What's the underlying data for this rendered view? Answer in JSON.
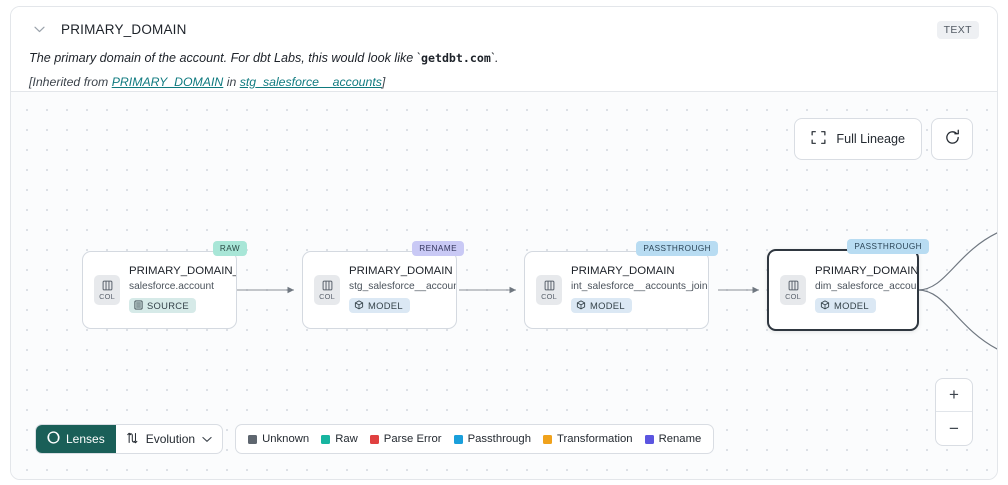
{
  "header": {
    "chevron_icon": "chevron-down-icon",
    "column_title": "PRIMARY_DOMAIN",
    "type_badge": "TEXT",
    "description_pre": "The primary domain of the account. For dbt Labs, this would look like `",
    "description_code": "getdbt.com",
    "description_post": "`.",
    "inherited_prefix": "[Inherited from ",
    "inherited_link1": "PRIMARY_DOMAIN",
    "inherited_middle": " in ",
    "inherited_link2": "stg_salesforce__accounts",
    "inherited_suffix": "]"
  },
  "controls": {
    "full_lineage_label": "Full Lineage",
    "full_lineage_icon": "expand-corners-icon",
    "refresh_icon": "refresh-icon",
    "zoom_in_label": "+",
    "zoom_out_label": "−"
  },
  "graph": {
    "nodes": [
      {
        "tag": "RAW",
        "tag_kind": "raw",
        "col_label": "COL",
        "name": "PRIMARY_DOMAIN__C",
        "source": "salesforce.account",
        "kind_label": "SOURCE",
        "kind_type": "source",
        "selected": false
      },
      {
        "tag": "RENAME",
        "tag_kind": "rename",
        "col_label": "COL",
        "name": "PRIMARY_DOMAIN",
        "source": "stg_salesforce__accounts",
        "kind_label": "MODEL",
        "kind_type": "model",
        "selected": false
      },
      {
        "tag": "PASSTHROUGH",
        "tag_kind": "passthrough",
        "col_label": "COL",
        "name": "PRIMARY_DOMAIN",
        "source": "int_salesforce__accounts_joined",
        "kind_label": "MODEL",
        "kind_type": "model",
        "selected": false
      },
      {
        "tag": "PASSTHROUGH",
        "tag_kind": "passthrough",
        "col_label": "COL",
        "name": "PRIMARY_DOMAIN",
        "source": "dim_salesforce_accounts",
        "kind_label": "MODEL",
        "kind_type": "model",
        "selected": true
      }
    ]
  },
  "toolbar": {
    "lenses_label": "Lenses",
    "lenses_icon": "lens-aperture-icon",
    "evolution_label": "Evolution",
    "evolution_icon": "sort-arrows-icon",
    "evolution_chevron": "chevron-down-icon"
  },
  "legend": {
    "items": [
      {
        "label": "Unknown",
        "color": "#5e666f"
      },
      {
        "label": "Raw",
        "color": "#17b5a0"
      },
      {
        "label": "Parse Error",
        "color": "#e04040"
      },
      {
        "label": "Passthrough",
        "color": "#1a9fdb"
      },
      {
        "label": "Transformation",
        "color": "#f0a21c"
      },
      {
        "label": "Rename",
        "color": "#5b55e0"
      }
    ]
  }
}
